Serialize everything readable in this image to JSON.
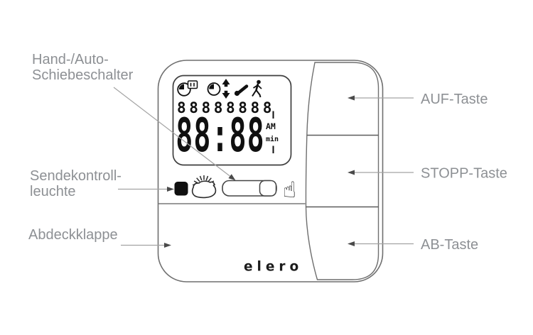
{
  "callouts": {
    "hand_auto": {
      "line1": "Hand-/Auto-",
      "line2": "Schiebeschalter"
    },
    "sendekontrollleuchte": {
      "line1": "Sendekontroll-",
      "line2": "leuchte"
    },
    "abdeckklappe": {
      "label": "Abdeckklappe"
    },
    "auf": {
      "label": "AUF-Taste"
    },
    "stopp": {
      "label": "STOPP-Taste"
    },
    "ab": {
      "label": "AB-Taste"
    }
  },
  "device": {
    "brand": "elero",
    "lcd": {
      "small_digits": "88888888",
      "time": "88:88",
      "meridiem": "AM",
      "minutes_label": "min",
      "icons": {
        "icon1": "timer-date-clock-icon",
        "icon2": "auto-program-clock-icon",
        "icon3": "key-icon",
        "icon4": "walking-person-icon"
      }
    },
    "controls": {
      "hand_icon": "☝",
      "led_name": "send-control-led",
      "sun_name": "sun-auto-icon",
      "switch_name": "hand-auto-slide-switch"
    },
    "colors": {
      "label_gray": "#8d9094",
      "leader_line": "#a3a3a3",
      "arrowhead": "#4a4a4a",
      "outline": "#6f6f6f",
      "ink": "#101010"
    }
  }
}
